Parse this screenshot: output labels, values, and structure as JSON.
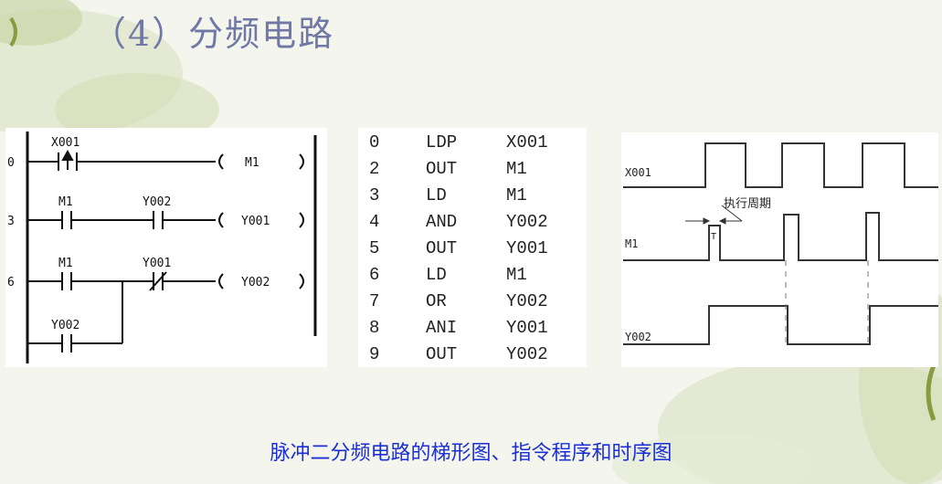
{
  "title": "（4）分频电路",
  "ladder": {
    "rungs": [
      {
        "step": "0",
        "contacts": [
          {
            "label": "X001",
            "type": "pulse"
          }
        ],
        "coil": "M1"
      },
      {
        "step": "3",
        "contacts": [
          {
            "label": "M1",
            "type": "no"
          },
          {
            "label": "Y002",
            "type": "no"
          }
        ],
        "coil": "Y001"
      },
      {
        "step": "6",
        "contacts": [
          {
            "label": "M1",
            "type": "no"
          },
          {
            "label": "Y001",
            "type": "nc"
          }
        ],
        "coil": "Y002",
        "branch": {
          "label": "Y002",
          "type": "no"
        }
      }
    ]
  },
  "program": {
    "rows": [
      {
        "step": "0",
        "op": "LDP",
        "operand": "X001"
      },
      {
        "step": "2",
        "op": "OUT",
        "operand": "M1"
      },
      {
        "step": "3",
        "op": "LD",
        "operand": "M1"
      },
      {
        "step": "4",
        "op": "AND",
        "operand": "Y002"
      },
      {
        "step": "5",
        "op": "OUT",
        "operand": "Y001"
      },
      {
        "step": "6",
        "op": "LD",
        "operand": "M1"
      },
      {
        "step": "7",
        "op": "OR",
        "operand": "Y002"
      },
      {
        "step": "8",
        "op": "ANI",
        "operand": "Y001"
      },
      {
        "step": "9",
        "op": "OUT",
        "operand": "Y002"
      }
    ]
  },
  "timing": {
    "signals": [
      {
        "name": "X001"
      },
      {
        "name": "M1"
      },
      {
        "name": "Y002"
      }
    ],
    "scan_label": "执行周期",
    "t_label": "T"
  },
  "caption": "脉冲二分频电路的梯形图、指令程序和时序图",
  "colors": {
    "title": "#7078a6",
    "caption": "#1a2fd6"
  }
}
